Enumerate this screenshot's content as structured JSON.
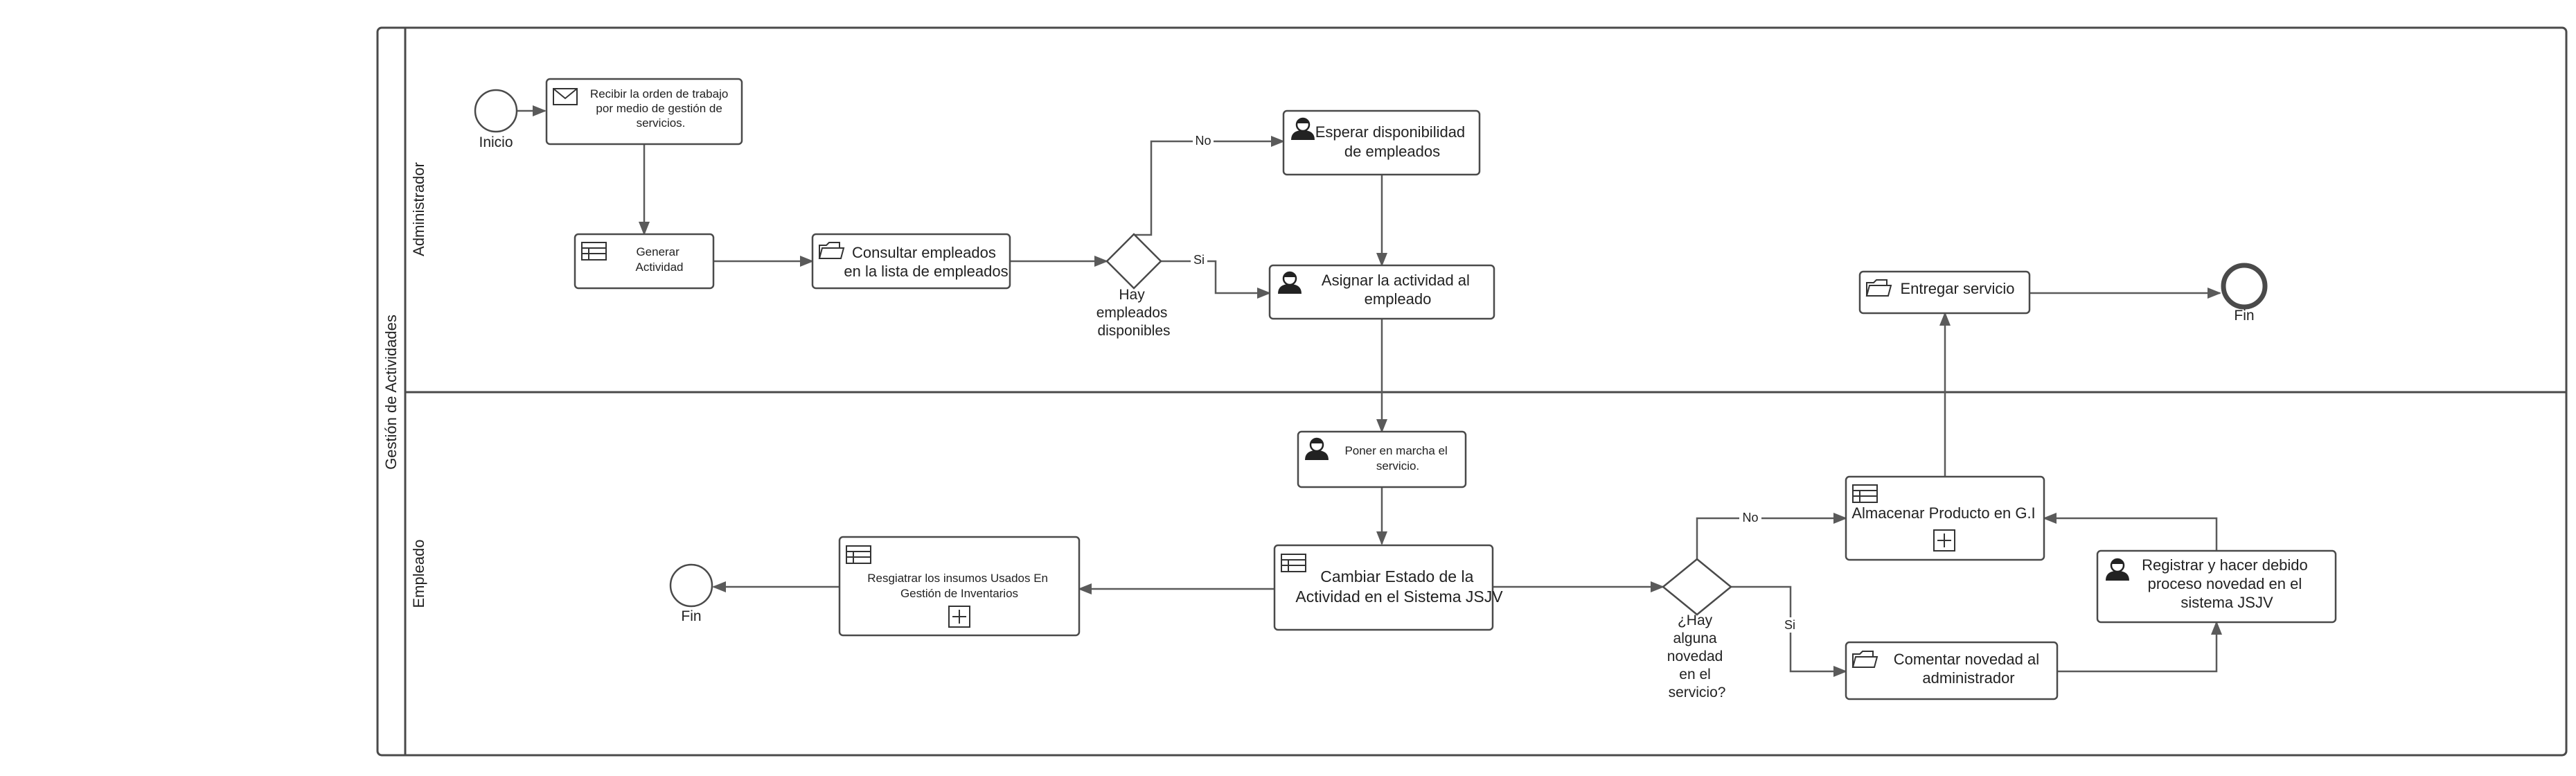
{
  "pool": {
    "label": "Gestión de Actividades"
  },
  "lanes": [
    {
      "id": "admin",
      "label": "Administrador"
    },
    {
      "id": "emp",
      "label": "Empleado"
    }
  ],
  "events": [
    {
      "id": "start",
      "type": "start",
      "label": "Inicio"
    },
    {
      "id": "end_admin",
      "type": "end",
      "label": "Fin"
    },
    {
      "id": "end_emp",
      "type": "plain",
      "label": "Fin"
    }
  ],
  "tasks": [
    {
      "id": "recibir",
      "icon": "envelope-icon",
      "lines": [
        "Recibir la orden de trabajo",
        "por medio de gestión de",
        "servicios."
      ],
      "subprocess": false
    },
    {
      "id": "generar",
      "icon": "table-icon",
      "lines": [
        "Generar",
        "Actividad"
      ],
      "subprocess": false
    },
    {
      "id": "consultar",
      "icon": "folder-icon",
      "lines": [
        "Consultar empleados",
        "en la lista de empleados"
      ],
      "subprocess": false
    },
    {
      "id": "esperar",
      "icon": "user-icon",
      "lines": [
        "Esperar disponibilidad",
        "de empleados"
      ],
      "subprocess": false
    },
    {
      "id": "asignar",
      "icon": "user-icon",
      "lines": [
        "Asignar la actividad al",
        "empleado"
      ],
      "subprocess": false
    },
    {
      "id": "entregar",
      "icon": "folder-icon",
      "lines": [
        "Entregar servicio"
      ],
      "subprocess": false
    },
    {
      "id": "poner",
      "icon": "user-icon",
      "lines": [
        "Poner en marcha el",
        "servicio."
      ],
      "subprocess": false
    },
    {
      "id": "cambiar",
      "icon": "table-icon",
      "lines": [
        "Cambiar Estado de la",
        "Actividad en el Sistema JSJV"
      ],
      "subprocess": false
    },
    {
      "id": "registrar_insumos",
      "icon": "table-icon",
      "lines": [
        "Resgiatrar los insumos Usados En",
        "Gestión de Inventarios"
      ],
      "subprocess": true
    },
    {
      "id": "almacenar",
      "icon": "table-icon",
      "lines": [
        "Almacenar Producto en G.I"
      ],
      "subprocess": true
    },
    {
      "id": "registrar_novedad",
      "icon": "user-icon",
      "lines": [
        "Registrar y hacer debido",
        "proceso novedad en el",
        "sistema JSJV"
      ],
      "subprocess": false
    },
    {
      "id": "comentar",
      "icon": "folder-icon",
      "lines": [
        "Comentar novedad al",
        "administrador"
      ],
      "subprocess": false
    }
  ],
  "gateways": [
    {
      "id": "gw1",
      "lines": [
        "Hay",
        "empleados",
        "disponibles"
      ]
    },
    {
      "id": "gw2",
      "lines": [
        "¿Hay",
        "alguna",
        "novedad",
        "en el",
        "servicio?"
      ]
    }
  ],
  "flows": [
    {
      "id": "f1",
      "from": "start",
      "to": "recibir",
      "label": ""
    },
    {
      "id": "f2",
      "from": "recibir",
      "to": "generar",
      "label": ""
    },
    {
      "id": "f3",
      "from": "generar",
      "to": "consultar",
      "label": ""
    },
    {
      "id": "f4",
      "from": "consultar",
      "to": "gw1",
      "label": ""
    },
    {
      "id": "f5",
      "from": "gw1",
      "to": "esperar",
      "label": "No"
    },
    {
      "id": "f6",
      "from": "gw1",
      "to": "asignar",
      "label": "Si"
    },
    {
      "id": "f7",
      "from": "esperar",
      "to": "asignar",
      "label": ""
    },
    {
      "id": "f8",
      "from": "asignar",
      "to": "poner",
      "label": ""
    },
    {
      "id": "f9",
      "from": "poner",
      "to": "cambiar",
      "label": ""
    },
    {
      "id": "f10",
      "from": "cambiar",
      "to": "registrar_insumos",
      "label": ""
    },
    {
      "id": "f11",
      "from": "registrar_insumos",
      "to": "end_emp",
      "label": ""
    },
    {
      "id": "f12",
      "from": "cambiar",
      "to": "gw2",
      "label": ""
    },
    {
      "id": "f13",
      "from": "gw2",
      "to": "almacenar",
      "label": "No"
    },
    {
      "id": "f14",
      "from": "gw2",
      "to": "comentar",
      "label": "Si"
    },
    {
      "id": "f15",
      "from": "comentar",
      "to": "registrar_novedad",
      "label": ""
    },
    {
      "id": "f16",
      "from": "registrar_novedad",
      "to": "almacenar",
      "label": ""
    },
    {
      "id": "f17",
      "from": "almacenar",
      "to": "entregar",
      "label": ""
    },
    {
      "id": "f18",
      "from": "entregar",
      "to": "end_admin",
      "label": ""
    }
  ]
}
